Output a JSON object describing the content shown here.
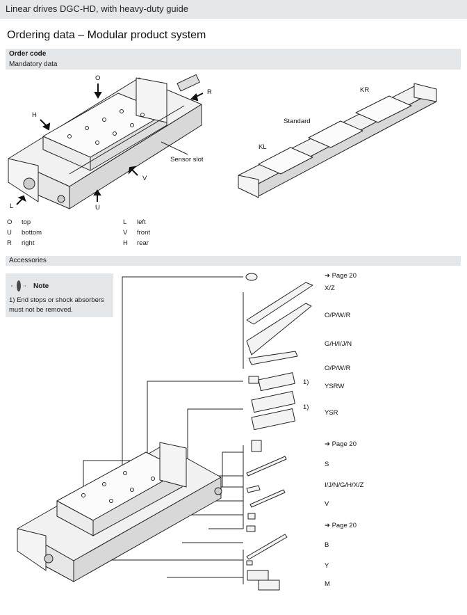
{
  "header": {
    "title": "Linear drives DGC-HD, with heavy-duty guide"
  },
  "page_title": "Ordering data – Modular product system",
  "order_code": {
    "title": "Order code",
    "subtitle": "Mandatory data"
  },
  "diagram1": {
    "callouts": [
      "O",
      "R",
      "H",
      "Sensor slot",
      "V",
      "L",
      "U"
    ]
  },
  "diagram2": {
    "callouts": [
      "KR",
      "Standard",
      "KL"
    ]
  },
  "legend": [
    {
      "code": "O",
      "text": "top"
    },
    {
      "code": "U",
      "text": "bottom"
    },
    {
      "code": "R",
      "text": "right"
    },
    {
      "code": "L",
      "text": "left"
    },
    {
      "code": "V",
      "text": "front"
    },
    {
      "code": "H",
      "text": "rear"
    }
  ],
  "accessories": {
    "title": "Accessories",
    "note": {
      "title": "Note",
      "text": "1) End stops or shock absorbers must not be removed."
    },
    "labels": [
      "➔ Page 20",
      "X/Z",
      "O/P/W/R",
      "G/H/I/J/N",
      "O/P/W/R",
      "YSRW",
      "YSR",
      "➔ Page 20",
      "S",
      "I/J/N/G/H/X/Z",
      "V",
      "➔ Page 20",
      "B",
      "Y",
      "M"
    ],
    "footnote": "1)"
  },
  "colors": {
    "band": "#e4e7ea",
    "line": "#222222"
  }
}
